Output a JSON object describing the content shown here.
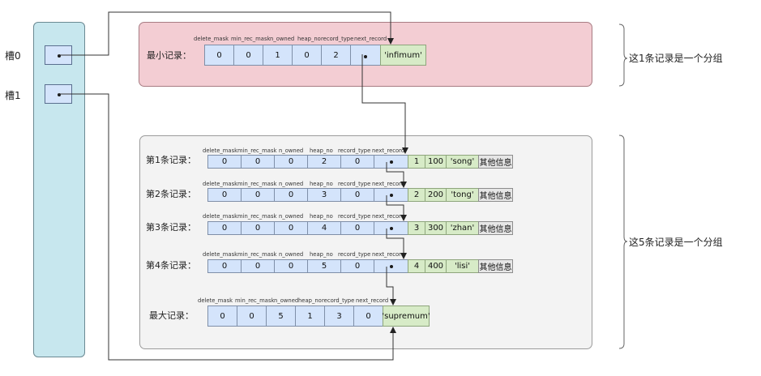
{
  "slots": {
    "slot0": "槽0",
    "slot1": "槽1"
  },
  "min_record": {
    "label": "最小记录：",
    "headers": [
      "delete_mask",
      "min_rec_mask",
      "n_owned",
      "heap_no",
      "record_type",
      "next_record"
    ],
    "values": [
      "0",
      "0",
      "1",
      "0",
      "2",
      ""
    ],
    "content": "'infimum'"
  },
  "records": [
    {
      "label": "第1条记录：",
      "values": [
        "0",
        "0",
        "0",
        "2",
        "0",
        ""
      ],
      "data": [
        "1",
        "100",
        "'song'",
        "其他信息"
      ]
    },
    {
      "label": "第2条记录：",
      "values": [
        "0",
        "0",
        "0",
        "3",
        "0",
        ""
      ],
      "data": [
        "2",
        "200",
        "'tong'",
        "其他信息"
      ]
    },
    {
      "label": "第3条记录：",
      "values": [
        "0",
        "0",
        "0",
        "4",
        "0",
        ""
      ],
      "data": [
        "3",
        "300",
        "'zhan'",
        "其他信息"
      ]
    },
    {
      "label": "第4条记录：",
      "values": [
        "0",
        "0",
        "0",
        "5",
        "0",
        ""
      ],
      "data": [
        "4",
        "400",
        "'lisi'",
        "其他信息"
      ]
    }
  ],
  "record_headers": [
    "delete_mask",
    "min_rec_mask",
    "n_owned",
    "heap_no",
    "record_type",
    "next_record"
  ],
  "max_record": {
    "label": "最大记录：",
    "headers": [
      "delete_mask",
      "min_rec_mask",
      "n_owned",
      "heap_no",
      "record_type",
      "next_record"
    ],
    "values": [
      "0",
      "0",
      "5",
      "1",
      "3",
      "0"
    ],
    "content": "'supremum'"
  },
  "braces": {
    "group1": "这1条记录是一个分组",
    "group2": "这5条记录是一个分组"
  }
}
